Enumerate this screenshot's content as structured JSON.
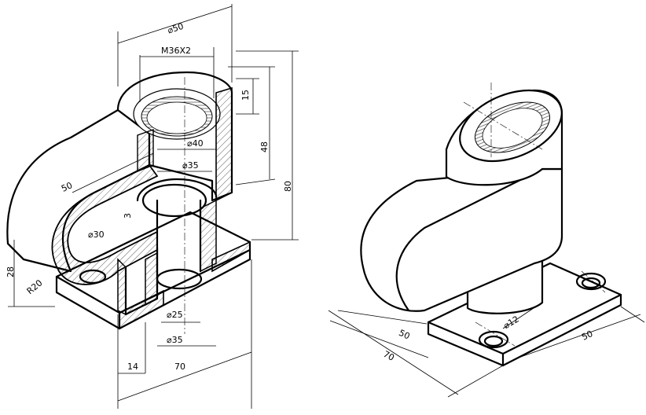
{
  "left_view": {
    "dimensions": {
      "outer_diameter_top": "⌀50",
      "thread": "M36X2",
      "depth_15": "15",
      "height_48": "48",
      "height_80": "80",
      "bore_40": "⌀40",
      "bore_35_upper": "⌀35",
      "length_50": "50",
      "inner_30": "⌀30",
      "small_3": "3",
      "height_28": "28",
      "radius_20": "R20",
      "bore_25": "⌀25",
      "bore_35_lower": "⌀35",
      "width_14": "14",
      "width_70": "70"
    }
  },
  "right_view": {
    "dimensions": {
      "length_50_left": "50",
      "length_70": "70",
      "hole_12": "⌀12",
      "length_50_right": "50"
    }
  }
}
